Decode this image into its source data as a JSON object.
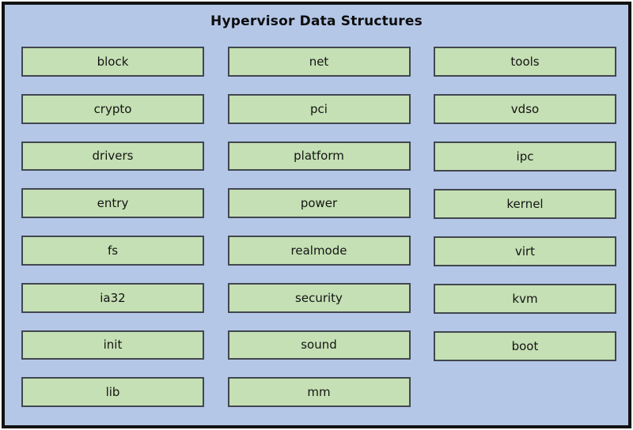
{
  "diagram": {
    "title": "Hypervisor Data Structures",
    "background_color": "#b4c7e7",
    "frame_color": "#121212",
    "node_fill_color": "#c5e0b4",
    "node_border_color": "#414750",
    "title_color": "#0d0d0d",
    "label_color": "#141414",
    "columns": [
      {
        "name": "column-1",
        "nodes": [
          {
            "label": "block"
          },
          {
            "label": "crypto"
          },
          {
            "label": "drivers"
          },
          {
            "label": "entry"
          },
          {
            "label": "fs"
          },
          {
            "label": "ia32"
          },
          {
            "label": "init"
          },
          {
            "label": "lib"
          }
        ]
      },
      {
        "name": "column-2",
        "nodes": [
          {
            "label": "net"
          },
          {
            "label": "pci"
          },
          {
            "label": "platform"
          },
          {
            "label": "power"
          },
          {
            "label": "realmode"
          },
          {
            "label": "security"
          },
          {
            "label": "sound"
          },
          {
            "label": "mm"
          }
        ]
      },
      {
        "name": "column-3",
        "nodes": [
          {
            "label": "tools"
          },
          {
            "label": "vdso"
          },
          {
            "label": "ipc"
          },
          {
            "label": "kernel"
          },
          {
            "label": "virt"
          },
          {
            "label": "kvm"
          },
          {
            "label": "boot"
          }
        ]
      }
    ]
  }
}
